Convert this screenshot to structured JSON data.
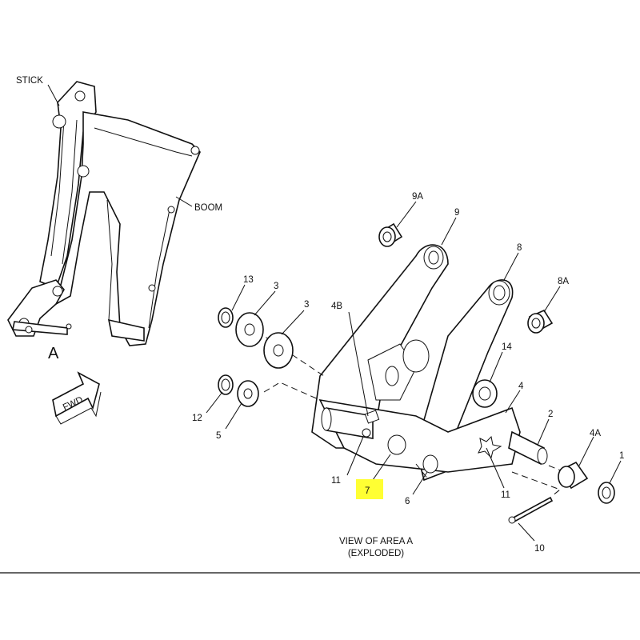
{
  "labels": {
    "stick": "STICK",
    "boom": "BOOM",
    "area": "A",
    "fwd": "FWD",
    "p9a": "9A",
    "p9": "9",
    "p8": "8",
    "p8a": "8A",
    "p13": "13",
    "p3a": "3",
    "p3b": "3",
    "p4b": "4B",
    "p14": "14",
    "p4": "4",
    "p2": "2",
    "p4a": "4A",
    "p1": "1",
    "p12": "12",
    "p5": "5",
    "p11a": "11",
    "p11b": "11",
    "p7": "7",
    "p6": "6",
    "p10": "10"
  },
  "caption": {
    "line1": "VIEW OF AREA A",
    "line2": "(EXPLODED)"
  },
  "highlight_color": "#ffff33"
}
